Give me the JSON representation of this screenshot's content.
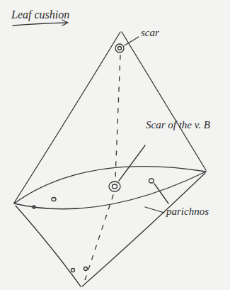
{
  "diagram": {
    "title": "Leaf cushion",
    "labels": [
      "scar",
      "Scar of the v. B",
      "parichnos"
    ]
  }
}
